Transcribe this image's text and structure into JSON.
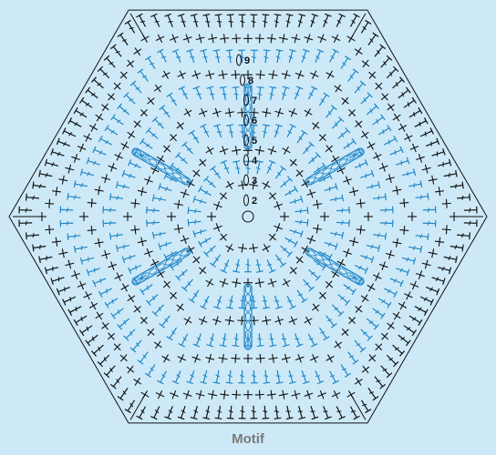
{
  "caption": "Motif",
  "colors": {
    "background": "#cde9f8",
    "stitch_dark": "#111111",
    "stitch_blue": "#1f86c6",
    "caption": "#7a7a7a"
  },
  "motif": {
    "shape": "hexagon",
    "rounds": 9,
    "round_labels": [
      "2",
      "3",
      "4",
      "5",
      "6",
      "7",
      "8",
      "9"
    ],
    "symbols": [
      "single-crochet-cross",
      "double-crochet-tee",
      "chain-oval",
      "slip-stitch-dot"
    ]
  }
}
